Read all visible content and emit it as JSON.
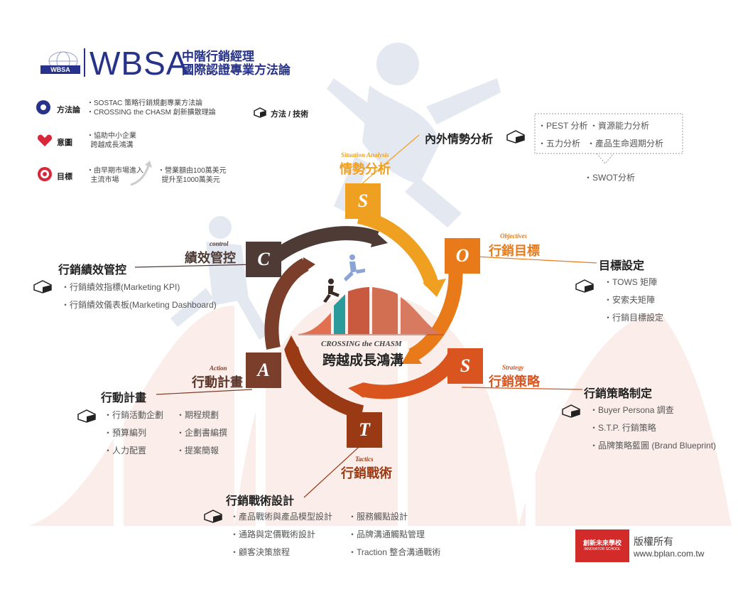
{
  "header": {
    "logo_text": "WBSA",
    "brand": "WBSA",
    "title_line1": "中階行銷經理",
    "title_line2": "國際認證專業方法論"
  },
  "legend": {
    "method": {
      "label": "方法論",
      "text": "・SOSTAC 策略行銷規劃專業方法論\n・CROSSING the CHASM 創新擴散理論"
    },
    "intent": {
      "label": "意圖",
      "text": "・協助中小企業\n  跨越成長鴻溝"
    },
    "goal": {
      "label": "目標",
      "text_a": "・由早期市場進入\n  主流市場",
      "text_b": "・營業額由100萬美元\n  提升至1000萬美元"
    },
    "tools_label": "方法 / 技術"
  },
  "steps": {
    "s1": {
      "letter": "S",
      "en": "Situation Analysis",
      "cn": "情勢分析"
    },
    "o": {
      "letter": "O",
      "en": "Objectives",
      "cn": "行銷目標"
    },
    "s2": {
      "letter": "S",
      "en": "Strategy",
      "cn": "行銷策略"
    },
    "t": {
      "letter": "T",
      "en": "Tactics",
      "cn": "行銷戰術"
    },
    "a": {
      "letter": "A",
      "en": "Action",
      "cn": "行動計畫"
    },
    "c": {
      "letter": "C",
      "en": "control",
      "cn": "績效管控"
    }
  },
  "center": {
    "en": "CROSSING the CHASM",
    "cn": "跨越成長鴻溝"
  },
  "sections": {
    "situation": {
      "title": "內外情勢分析",
      "items": [
        "・PEST 分析",
        "・資源能力分析",
        "・五力分析",
        "・產品生命週期分析"
      ],
      "result": "・SWOT分析"
    },
    "objectives": {
      "title": "目標設定",
      "items": [
        "・TOWS 矩陣",
        "・安索夫矩陣",
        "・行銷目標設定"
      ]
    },
    "strategy": {
      "title": "行銷策略制定",
      "items": [
        "・Buyer Persona 調查",
        "・S.T.P. 行銷策略",
        "・品牌策略藍圖 (Brand Blueprint)"
      ]
    },
    "tactics": {
      "title": "行銷戰術設計",
      "items_left": [
        "・產品戰術與產品模型設計",
        "・通路與定價戰術設計",
        "・顧客決策旅程"
      ],
      "items_right": [
        "・服務觸點設計",
        "・品牌溝通觸點管理",
        "・Traction 整合溝通戰術"
      ]
    },
    "action": {
      "title": "行動計畫",
      "items_left": [
        "・行銷活動企劃",
        "・預算編列",
        "・人力配置"
      ],
      "items_right": [
        "・期程規劃",
        "・企劃書編撰",
        "・提案簡報"
      ]
    },
    "control": {
      "title": "行銷績效管控",
      "items": [
        "・行銷績效指標(Marketing KPI)",
        "・行銷績效儀表板(Marketing Dashboard)"
      ]
    }
  },
  "footer": {
    "school_cn": "創新未來學校",
    "school_en": "INNOVATOR SCHOOL",
    "rights": "版權所有",
    "url": "www.bplan.com.tw"
  },
  "colors": {
    "brand_blue": "#27338a",
    "s_orange": "#f0a020",
    "o_orange": "#e87a1a",
    "s2_red": "#d9541e",
    "t_brown": "#9a3a14",
    "a_brown": "#7a3e2a",
    "c_brown": "#4e3b36"
  }
}
